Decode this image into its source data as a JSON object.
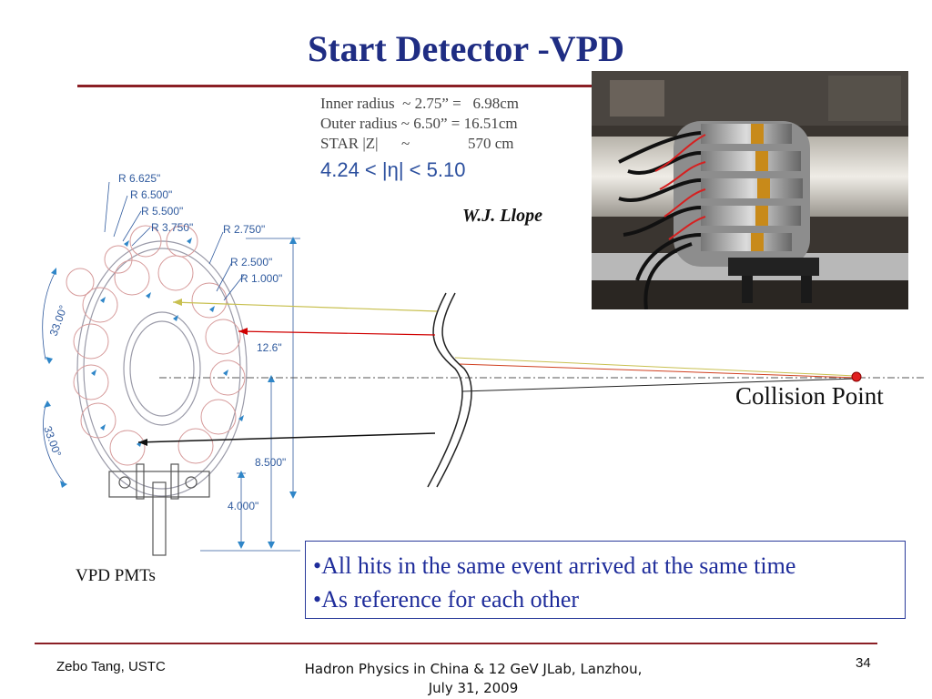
{
  "title": "Start Detector -VPD",
  "specs": {
    "inner": "Inner radius  ~ 2.75” =   6.98cm",
    "outer": "Outer radius ~ 6.50” = 16.51cm",
    "star": "STAR |Z|      ~               570 cm",
    "eta": "4.24 < |η| < 5.10"
  },
  "photo_credit": "W.J. Llope",
  "collision_point_label": "Collision Point",
  "pmts_label": "VPD PMTs",
  "notes": [
    "•All hits in the same event arrived at the same time",
    "•As reference for each other"
  ],
  "drawing_labels": {
    "r6625": "R 6.625\"",
    "r6500": "R 6.500\"",
    "r5500": "R 5.500\"",
    "r3750": "R 3.750\"",
    "r2750": "R 2.750\"",
    "r2500": "R 2.500\"",
    "r1000": "R 1.000\"",
    "d126": "12.6\"",
    "d8500": "8.500\"",
    "d4000": "4.000\"",
    "a33top": "33.00°",
    "a33bottom": "33.00°"
  },
  "footer": {
    "author": "Zebo Tang, USTC",
    "conference_line1": "Hadron Physics in China & 12 GeV JLab, Lanzhou,",
    "conference_line2": "July 31, 2009",
    "page_number": "34"
  },
  "colors": {
    "title": "#1f2d83",
    "rule": "#8b1f25",
    "drawing": "#2f5a9e",
    "collision_dot": "#e02020"
  }
}
